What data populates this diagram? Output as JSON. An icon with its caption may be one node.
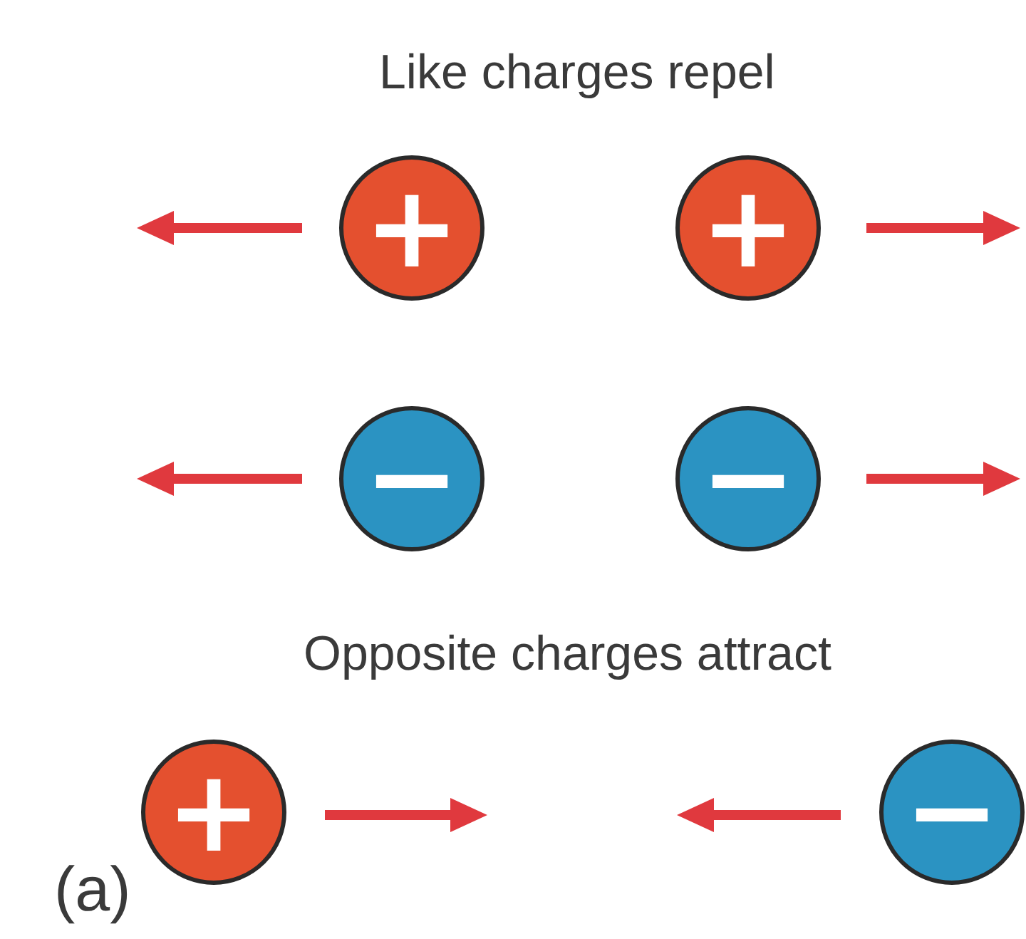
{
  "diagram": {
    "nodes": [
      {
        "text": [
          "+"
        ]
      },
      {
        "text": [
          "+"
        ]
      },
      {
        "text": [
          "−"
        ]
      },
      {
        "text": [
          "−"
        ]
      },
      {
        "text": [
          "+"
        ]
      },
      {
        "text": [
          "−"
        ]
      }
    ],
    "labels": [
      "Like charges repel",
      "Opposite charges attract",
      "(a)"
    ]
  }
}
